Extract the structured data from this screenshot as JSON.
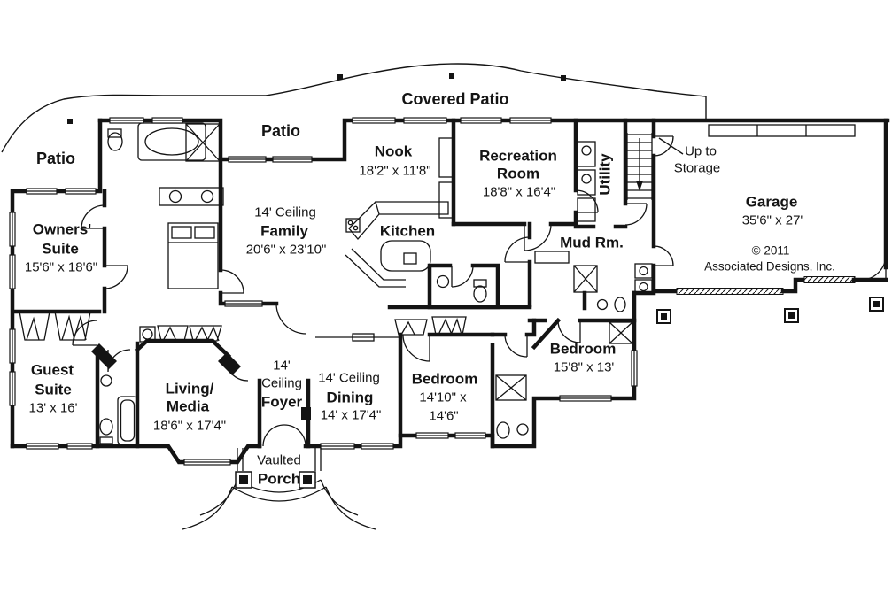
{
  "plan": {
    "type": "single-story house floor plan",
    "publisher": "Associated Designs, Inc.",
    "ink_color": "#141414",
    "background_color": "#ffffff"
  },
  "rooms": {
    "covered_patio": {
      "name": "Covered Patio"
    },
    "patio_mid": {
      "name": "Patio"
    },
    "patio_left": {
      "name": "Patio"
    },
    "nook": {
      "name": "Nook",
      "dims": "18'2\" x 11'8\""
    },
    "recreation": {
      "name1": "Recreation",
      "name2": "Room",
      "dims": "18'8\" x 16'4\""
    },
    "utility": {
      "name": "Utility"
    },
    "storage": {
      "line1": "Up to",
      "line2": "Storage"
    },
    "garage": {
      "name": "Garage",
      "dims": "35'6\" x 27'"
    },
    "owners": {
      "name1": "Owners'",
      "name2": "Suite",
      "dims": "15'6\" x 18'6\""
    },
    "family": {
      "ceiling": "14' Ceiling",
      "name": "Family",
      "dims": "20'6\" x 23'10\""
    },
    "kitchen": {
      "name": "Kitchen"
    },
    "mud": {
      "name": "Mud Rm."
    },
    "guest": {
      "name1": "Guest",
      "name2": "Suite",
      "dims": "13' x 16'"
    },
    "living": {
      "name1": "Living/",
      "name2": "Media",
      "dims": "18'6\" x 17'4\""
    },
    "foyer": {
      "ceiling1": "14'",
      "ceiling2": "Ceiling",
      "name": "Foyer"
    },
    "dining": {
      "ceiling": "14' Ceiling",
      "name": "Dining",
      "dims": "14' x 17'4\""
    },
    "bedroom_center": {
      "name": "Bedroom",
      "dims1": "14'10\" x",
      "dims2": "14'6\""
    },
    "bedroom_right": {
      "name": "Bedroom",
      "dims": "15'8\" x 13'"
    },
    "porch": {
      "line1": "Vaulted",
      "line2": "Porch"
    }
  },
  "copyright": {
    "line1": "© 2011",
    "line2": "Associated Designs, Inc."
  }
}
